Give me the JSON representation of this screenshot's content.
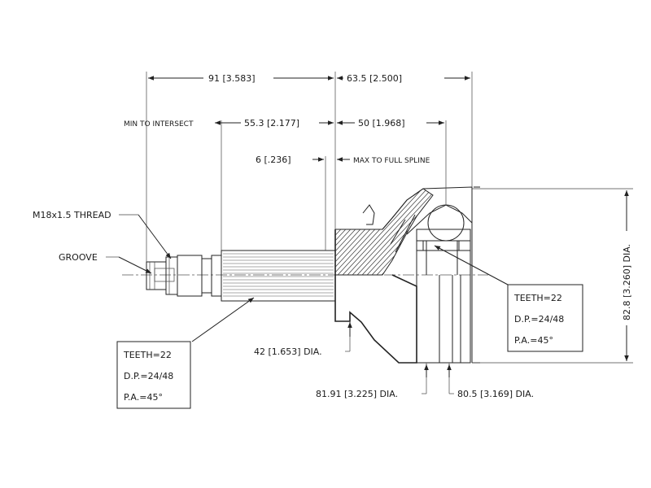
{
  "dimensions": {
    "overall_length": "91  [3.583]",
    "bell_length": "63.5 [2.500]",
    "min_to_intersect": "MIN TO INTERSECT",
    "intersect_length": "55.3 [2.177]",
    "spline_length": "50 [1.968]",
    "stub_offset": "6 [.236]",
    "max_to_full_spline": "MAX TO FULL SPLINE",
    "outer_diameter": "82.8 [3.260] DIA.",
    "shaft_diameter": "42 [1.653] DIA.",
    "seal_diameter": "81.91 [3.225] DIA.",
    "boot_diameter": "80.5 [3.169] DIA."
  },
  "callouts": {
    "thread": "M18x1.5 THREAD",
    "groove": "GROOVE"
  },
  "spec_boxes": [
    {
      "teeth": "TEETH=22",
      "dp": "D.P.=24/48",
      "pa": "P.A.=45°"
    },
    {
      "teeth": "TEETH=22",
      "dp": "D.P.=24/48",
      "pa": "P.A.=45°"
    }
  ]
}
